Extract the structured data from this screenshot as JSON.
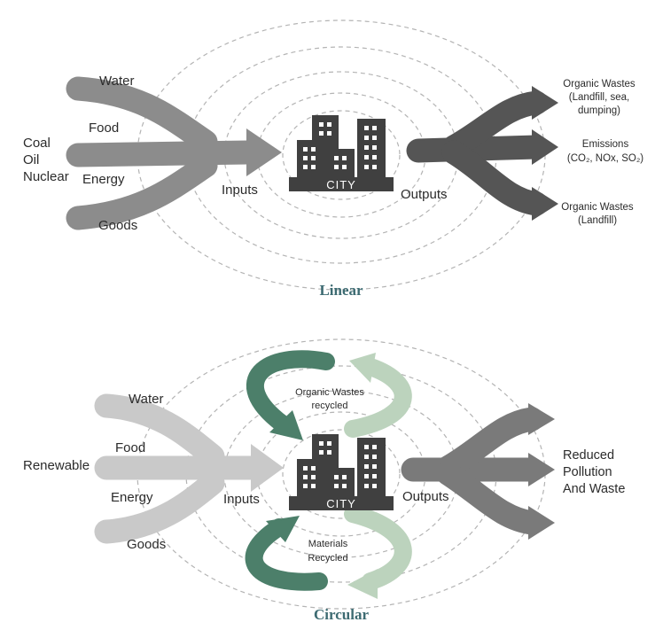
{
  "linear": {
    "title": "Linear",
    "city": "CITY",
    "inputs": {
      "source_lines": [
        "Coal",
        "Oil",
        "Nuclear"
      ],
      "water": "Water",
      "food": "Food",
      "energy": "Energy",
      "goods": "Goods",
      "label": "Inputs"
    },
    "outputs": {
      "label": "Outputs",
      "organic_top": [
        "Organic Wastes",
        "(Landfill, sea,",
        "dumping)"
      ],
      "emissions": [
        "Emissions",
        "(CO₂, NOx, SO₂)"
      ],
      "organic_bottom": [
        "Organic Wastes",
        "(Landfill)"
      ]
    },
    "colors": {
      "input_arrow": "#8c8c8c",
      "output_arrow": "#555555",
      "city": "#404040"
    }
  },
  "circular": {
    "title": "Circular",
    "city": "CITY",
    "inputs": {
      "source": "Renewable",
      "water": "Water",
      "food": "Food",
      "energy": "Energy",
      "goods": "Goods",
      "label": "Inputs"
    },
    "outputs": {
      "label": "Outputs",
      "result_lines": [
        "Reduced",
        "Pollution",
        "And Waste"
      ]
    },
    "loops": {
      "top": [
        "Organic Wastes",
        "recycled"
      ],
      "bottom": [
        "Materials",
        "Recycled"
      ]
    },
    "colors": {
      "input_arrow": "#c9c9c9",
      "output_arrow": "#7a7a7a",
      "city": "#404040",
      "loop_dark": "#4c7f6a",
      "loop_light": "#bcd3bd"
    }
  }
}
